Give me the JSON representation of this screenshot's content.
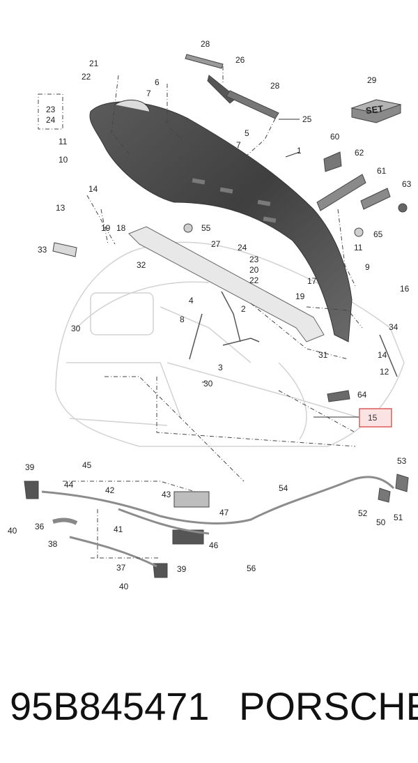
{
  "caption": {
    "part_number": "95B845471",
    "brand": "PORSCHE"
  },
  "set_label": "SET",
  "highlight_color": "#e05a5a",
  "highlight_fill": "#fbe3e3",
  "callouts": [
    "28",
    "26",
    "28",
    "29",
    "21",
    "22",
    "6",
    "7",
    "23",
    "24",
    "25",
    "5",
    "7",
    "60",
    "11",
    "10",
    "1",
    "62",
    "61",
    "63",
    "14",
    "13",
    "19",
    "18",
    "55",
    "65",
    "33",
    "27",
    "24",
    "23",
    "20",
    "22",
    "11",
    "9",
    "32",
    "16",
    "17",
    "4",
    "2",
    "19",
    "8",
    "34",
    "30",
    "31",
    "14",
    "3",
    "12",
    "30",
    "64",
    "15",
    "53",
    "39",
    "45",
    "44",
    "42",
    "54",
    "43",
    "47",
    "52",
    "50",
    "51",
    "40",
    "36",
    "41",
    "46",
    "38",
    "56",
    "37",
    "39",
    "40"
  ]
}
